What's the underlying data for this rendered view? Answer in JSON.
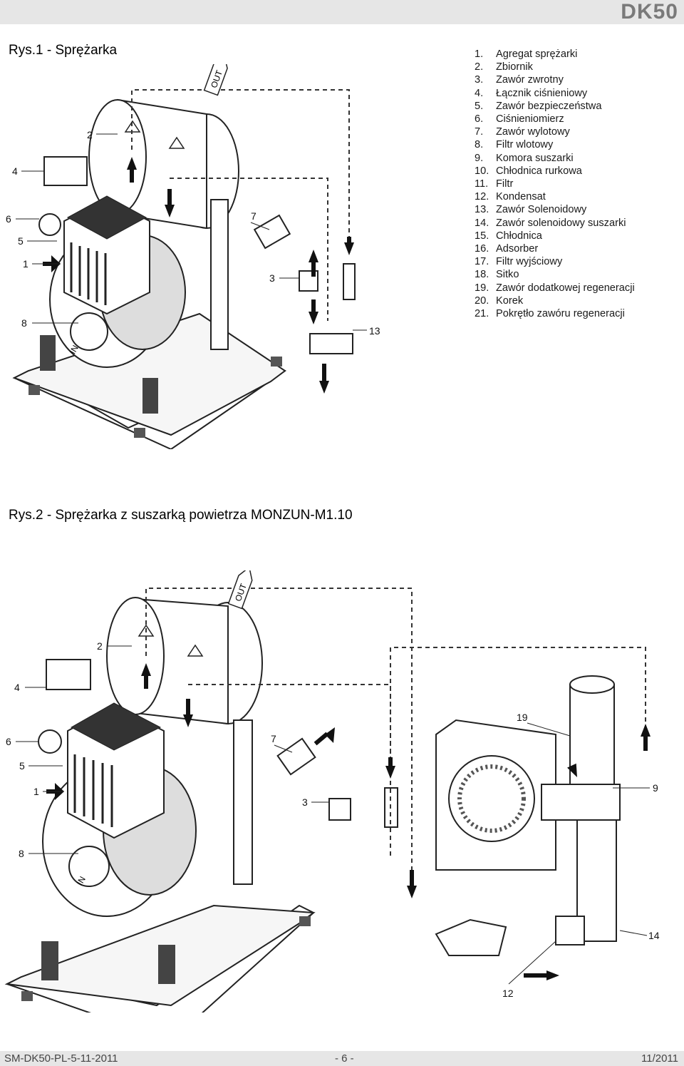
{
  "header": {
    "title": "DK50"
  },
  "figure1": {
    "title": "Rys.1 - Sprężarka",
    "legend": [
      {
        "num": "1.",
        "text": "Agregat sprężarki"
      },
      {
        "num": "2.",
        "text": "Zbiornik"
      },
      {
        "num": "3.",
        "text": "Zawór zwrotny"
      },
      {
        "num": "4.",
        "text": "Łącznik ciśnieniowy"
      },
      {
        "num": "5.",
        "text": "Zawór bezpieczeństwa"
      },
      {
        "num": "6.",
        "text": "Ciśnieniomierz"
      },
      {
        "num": "7.",
        "text": "Zawór wylotowy"
      },
      {
        "num": "8.",
        "text": "Filtr wlotowy"
      },
      {
        "num": "9.",
        "text": "Komora suszarki"
      },
      {
        "num": "10.",
        "text": "Chłodnica rurkowa"
      },
      {
        "num": "11.",
        "text": "Filtr"
      },
      {
        "num": "12.",
        "text": "Kondensat"
      },
      {
        "num": "13.",
        "text": "Zawór Solenoidowy"
      },
      {
        "num": "14.",
        "text": "Zawór solenoidowy suszarki"
      },
      {
        "num": "15.",
        "text": "Chłodnica"
      },
      {
        "num": "16.",
        "text": "Adsorber"
      },
      {
        "num": "17.",
        "text": "Filtr wyjściowy"
      },
      {
        "num": "18.",
        "text": "Sitko"
      },
      {
        "num": "19.",
        "text": "Zawór dodatkowej regeneracji"
      },
      {
        "num": "20.",
        "text": "Korek"
      },
      {
        "num": "21.",
        "text": "Pokrętło zawóru regeneracji"
      }
    ],
    "callouts": [
      "2",
      "4",
      "6",
      "5",
      "1",
      "8",
      "7",
      "3",
      "13"
    ],
    "labels": {
      "out": "OUT",
      "in": "IN"
    }
  },
  "figure2": {
    "title": "Rys.2 - Sprężarka z suszarką powietrza MONZUN-M1.10",
    "callouts": [
      "2",
      "4",
      "6",
      "5",
      "1",
      "8",
      "7",
      "3",
      "19",
      "9",
      "14",
      "12"
    ],
    "labels": {
      "out": "OUT",
      "in": "IN"
    }
  },
  "footer": {
    "doc_id": "SM-DK50-PL-5-11-2011",
    "page": "- 6 -",
    "date": "11/2011"
  }
}
